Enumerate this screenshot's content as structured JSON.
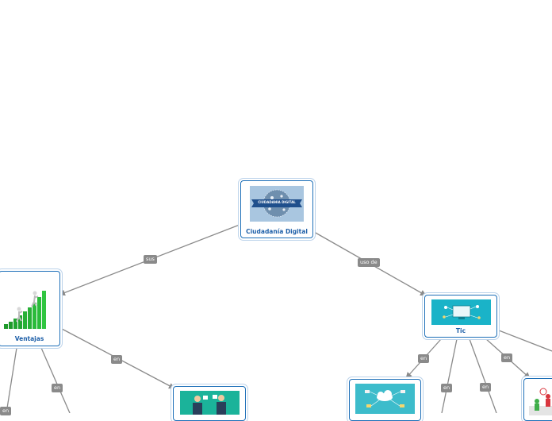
{
  "nodes": {
    "root": {
      "label": "Ciudadanía Digital",
      "banner_text": "CIUDADANIA DIGITAL"
    },
    "ventajas": {
      "label": "Ventajas"
    },
    "tic": {
      "label": "Tic"
    }
  },
  "edges": {
    "sus": "sus",
    "uso_de": "uso de",
    "en_ventajas_left": "en",
    "en_ventajas_mid": "en",
    "en_ventajas_right": "en",
    "en_tic_1": "en",
    "en_tic_2": "en",
    "en_tic_3": "en",
    "en_tic_4": "en"
  },
  "colors": {
    "node_border": "#1d6fb8",
    "line": "#8a8a8a",
    "label_text": "#1d5fa8",
    "edge_label_bg": "#8a8a8a",
    "tic_teal": "#1ab3c8"
  }
}
